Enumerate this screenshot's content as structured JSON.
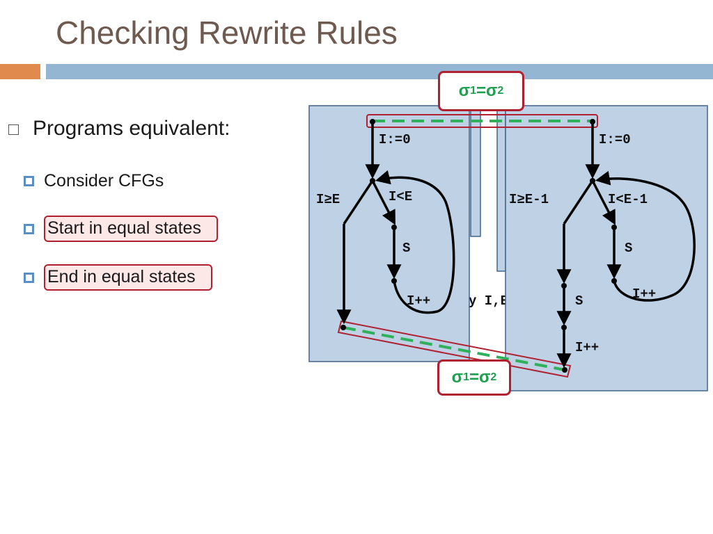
{
  "slide": {
    "title": "Checking Rewrite Rules"
  },
  "bullets": {
    "main": "Programs equivalent:",
    "sub": [
      {
        "text": "Consider CFGs",
        "highlighted": false
      },
      {
        "text": "Start in equal states",
        "highlighted": true
      },
      {
        "text": "End in equal states",
        "highlighted": true
      }
    ]
  },
  "states": {
    "top": {
      "sigma": "σ",
      "sub1": "1",
      "eq": "=",
      "sub2": "2"
    },
    "bottom": {
      "sigma": "σ",
      "sub1": "1",
      "eq": "=",
      "sub2": "2"
    }
  },
  "cfg_left": {
    "init": "I:=0",
    "exit_cond": "I≥E",
    "loop_cond": "I<E",
    "body": "S",
    "incr": "I++"
  },
  "cfg_right": {
    "init": "I:=0",
    "exit_cond": "I≥E-1",
    "loop_cond": "I<E-1",
    "body": "S",
    "incr": "I++",
    "tail_body": "S",
    "tail_incr": "I++"
  },
  "hidden_text": "y I,E",
  "colors": {
    "title": "#6e5a4e",
    "accent_orange": "#e08a4e",
    "accent_blue": "#94b6d2",
    "panel": "#bfd1e4",
    "panel_border": "#41648a",
    "highlight_border": "#b02030",
    "highlight_fill": "#fde8e8",
    "state_green": "#1fa050"
  }
}
